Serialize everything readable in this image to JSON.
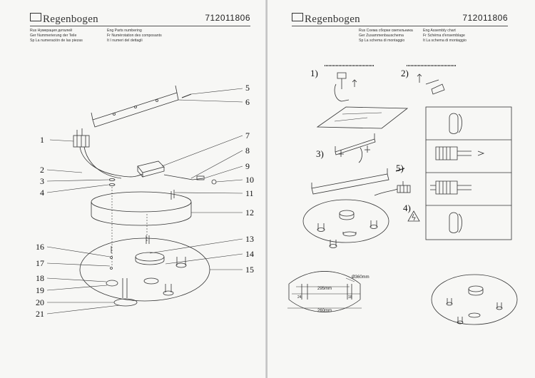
{
  "brand": "Regenbogen",
  "product_code": "712011806",
  "left_page": {
    "headers_col1": [
      "Rus  Нумерация деталей",
      "Ger  Nummerierung der Teile",
      "Sp  La numeración de las piezas"
    ],
    "headers_col2": [
      "Eng  Parts numbering",
      "Fr  Numérotation des composants",
      "It  I numeri del dettagli"
    ],
    "part_numbers": [
      "1",
      "2",
      "3",
      "4",
      "5",
      "6",
      "7",
      "8",
      "9",
      "10",
      "11",
      "12",
      "13",
      "14",
      "15",
      "16",
      "17",
      "18",
      "19",
      "20",
      "21"
    ]
  },
  "right_page": {
    "headers_col1": [
      "Rus  Схема сборки светильника",
      "Ger  Zusammenbauschema",
      "Sp  La schema di montaggio"
    ],
    "headers_col2": [
      "Eng  Assembly chart",
      "Fr  Schéma d'ensemblage",
      "It  La schema di montaggio"
    ],
    "steps": [
      "1)",
      "2)",
      "3)",
      "4)",
      "5)"
    ],
    "dimensions": {
      "diameter": "Ø360mm",
      "width": "295mm",
      "height": "260mm",
      "left_small": "24",
      "right_small": "18"
    }
  }
}
